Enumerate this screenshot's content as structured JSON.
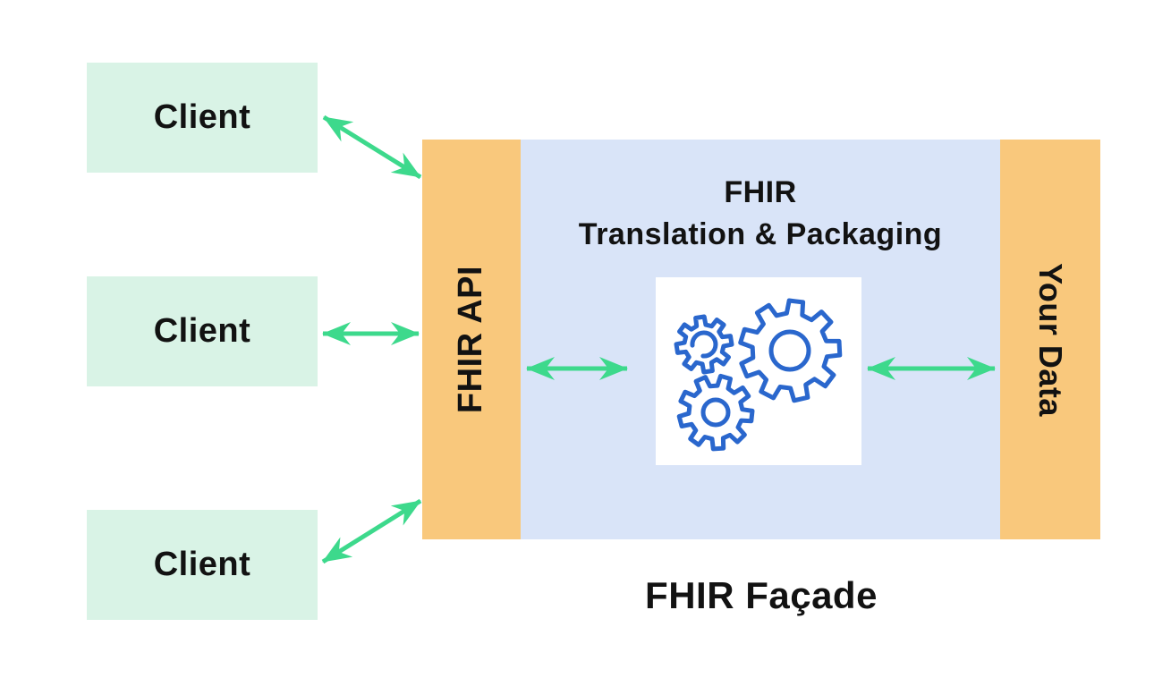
{
  "clients": [
    {
      "label": "Client"
    },
    {
      "label": "Client"
    },
    {
      "label": "Client"
    }
  ],
  "facade": {
    "api_bar_label": "FHIR API",
    "engine_title_line1": "FHIR",
    "engine_title_line2": "Translation & Packaging",
    "data_bar_label": "Your Data",
    "caption": "FHIR Façade"
  },
  "icons": {
    "gears_icon": "three outlined interlocking gears"
  },
  "colors": {
    "mint": "#D9F3E6",
    "orange": "#F9C87C",
    "blue": "#D9E4F8",
    "green": "#3DD98C",
    "gear": "#2A67CD",
    "ink": "#121212",
    "iconbox": "#FFFFFF"
  }
}
